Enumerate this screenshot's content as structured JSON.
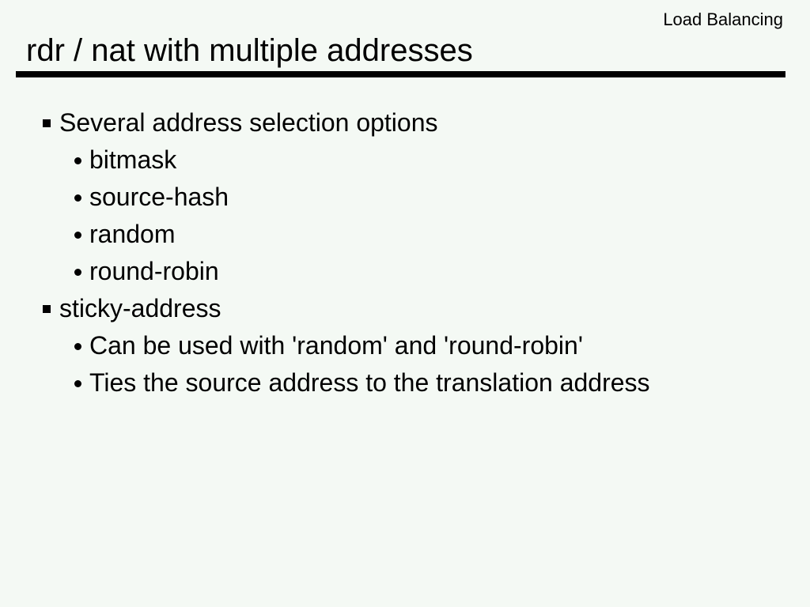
{
  "slide": {
    "header_label": "Load Balancing",
    "title": "rdr / nat with multiple addresses",
    "bullets": [
      {
        "level": 1,
        "icon": "square-bullet",
        "text": "Several address selection options"
      },
      {
        "level": 2,
        "icon": "disc-bullet",
        "text": "bitmask"
      },
      {
        "level": 2,
        "icon": "disc-bullet",
        "text": "source-hash"
      },
      {
        "level": 2,
        "icon": "disc-bullet",
        "text": "random"
      },
      {
        "level": 2,
        "icon": "disc-bullet",
        "text": "round-robin"
      },
      {
        "level": 1,
        "icon": "square-bullet",
        "text": "sticky-address"
      },
      {
        "level": 2,
        "icon": "disc-bullet",
        "text": "Can be used with 'random' and 'round-robin'"
      },
      {
        "level": 2,
        "icon": "disc-bullet",
        "text": "Ties the source address to the translation address"
      }
    ]
  },
  "colors": {
    "background": "#f4f9f4",
    "text": "#000000",
    "rule": "#000000"
  }
}
